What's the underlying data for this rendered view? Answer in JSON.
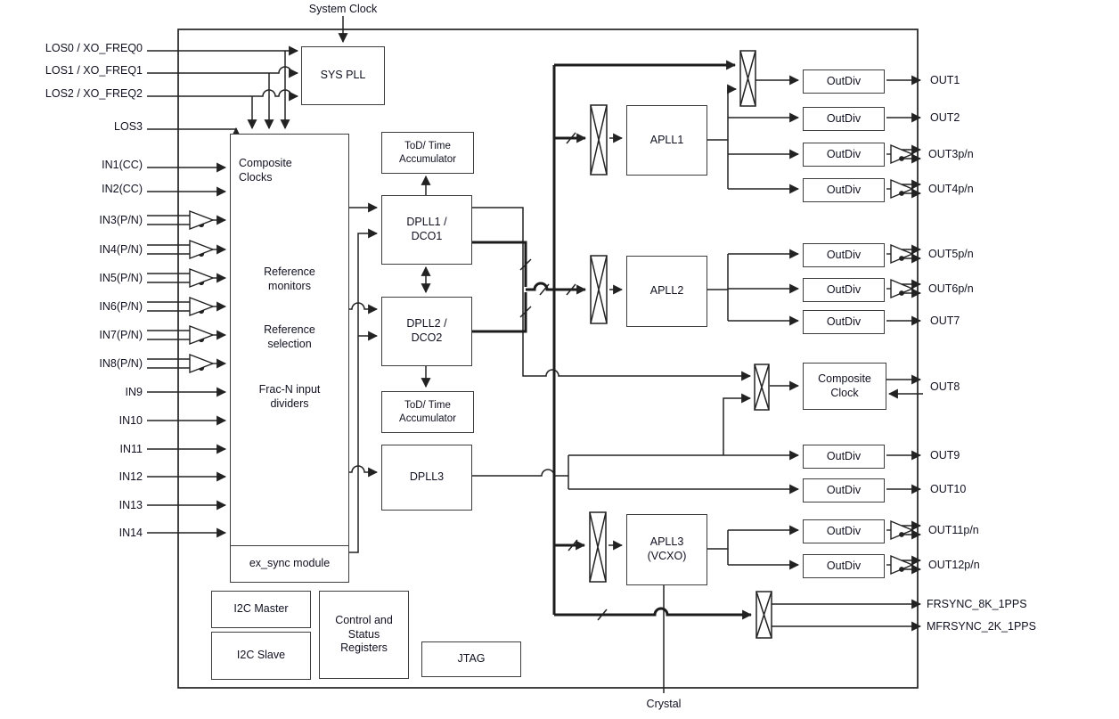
{
  "title": {
    "system_clock": "System Clock",
    "crystal": "Crystal"
  },
  "blocks": {
    "sys_pll": "SYS PLL",
    "input_block": {
      "composite_clocks": "Composite\nClocks",
      "reference_monitors": "Reference\nmonitors",
      "reference_selection": "Reference\nselection",
      "frac_n": "Frac-N input\ndividers"
    },
    "ex_sync": "ex_sync module",
    "tod": "ToD/ Time\nAccumulator",
    "dpll1": "DPLL1 /\nDCO1",
    "dpll2": "DPLL2 /\nDCO2",
    "dpll3": "DPLL3",
    "apll1": "APLL1",
    "apll2": "APLL2",
    "apll3": "APLL3\n(VCXO)",
    "outdiv": "OutDiv",
    "composite_clock_out": "Composite\nClock",
    "i2c_master": "I2C Master",
    "i2c_slave": "I2C Slave",
    "csr": "Control and\nStatus\nRegisters",
    "jtag": "JTAG"
  },
  "pins": {
    "left": [
      "LOS0 / XO_FREQ0",
      "LOS1 / XO_FREQ1",
      "LOS2 / XO_FREQ2",
      "LOS3",
      "IN1(CC)",
      "IN2(CC)",
      "IN3(P/N)",
      "IN4(P/N)",
      "IN5(P/N)",
      "IN6(P/N)",
      "IN7(P/N)",
      "IN8(P/N)",
      "IN9",
      "IN10",
      "IN11",
      "IN12",
      "IN13",
      "IN14"
    ],
    "right": [
      "OUT1",
      "OUT2",
      "OUT3p/n",
      "OUT4p/n",
      "OUT5p/n",
      "OUT6p/n",
      "OUT7",
      "OUT8",
      "OUT9",
      "OUT10",
      "OUT11p/n",
      "OUT12p/n",
      "FRSYNC_8K_1PPS",
      "MFRSYNC_2K_1PPS"
    ]
  },
  "colors": {
    "line": "#222222",
    "text": "#101020",
    "box_border": "#3d3d3d",
    "background": "#ffffff"
  }
}
